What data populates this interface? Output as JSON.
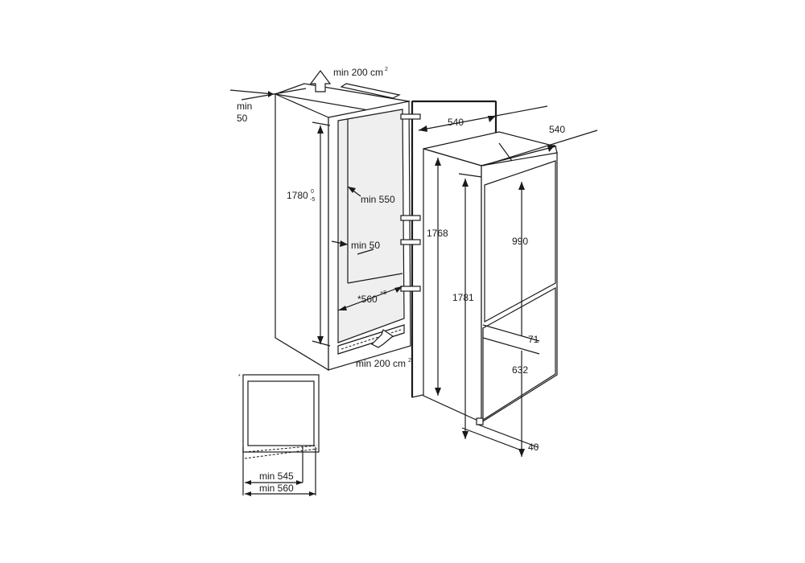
{
  "labels": {
    "vent_top": "min 200 cm",
    "vent_top_sup": "2",
    "vent_bottom": "min 200 cm",
    "vent_bottom_sup": "2",
    "side_gap_min": "min",
    "side_gap_val": "50",
    "niche_height": "1780",
    "niche_height_tol_top": "0",
    "niche_height_tol_bot": "-5",
    "depth_min": "min 550",
    "gap_min": "min 50",
    "niche_width": "*560",
    "niche_width_tol": "+8",
    "door_depth": "540",
    "appliance_depth": "540",
    "appliance_height_body": "1768",
    "appliance_height_total": "1781",
    "upper_door": "990",
    "door_gap": "71",
    "lower_door": "632",
    "foot_height": "40",
    "inset_star": "*",
    "inset_min1": "min 545",
    "inset_min2": "min 560"
  }
}
